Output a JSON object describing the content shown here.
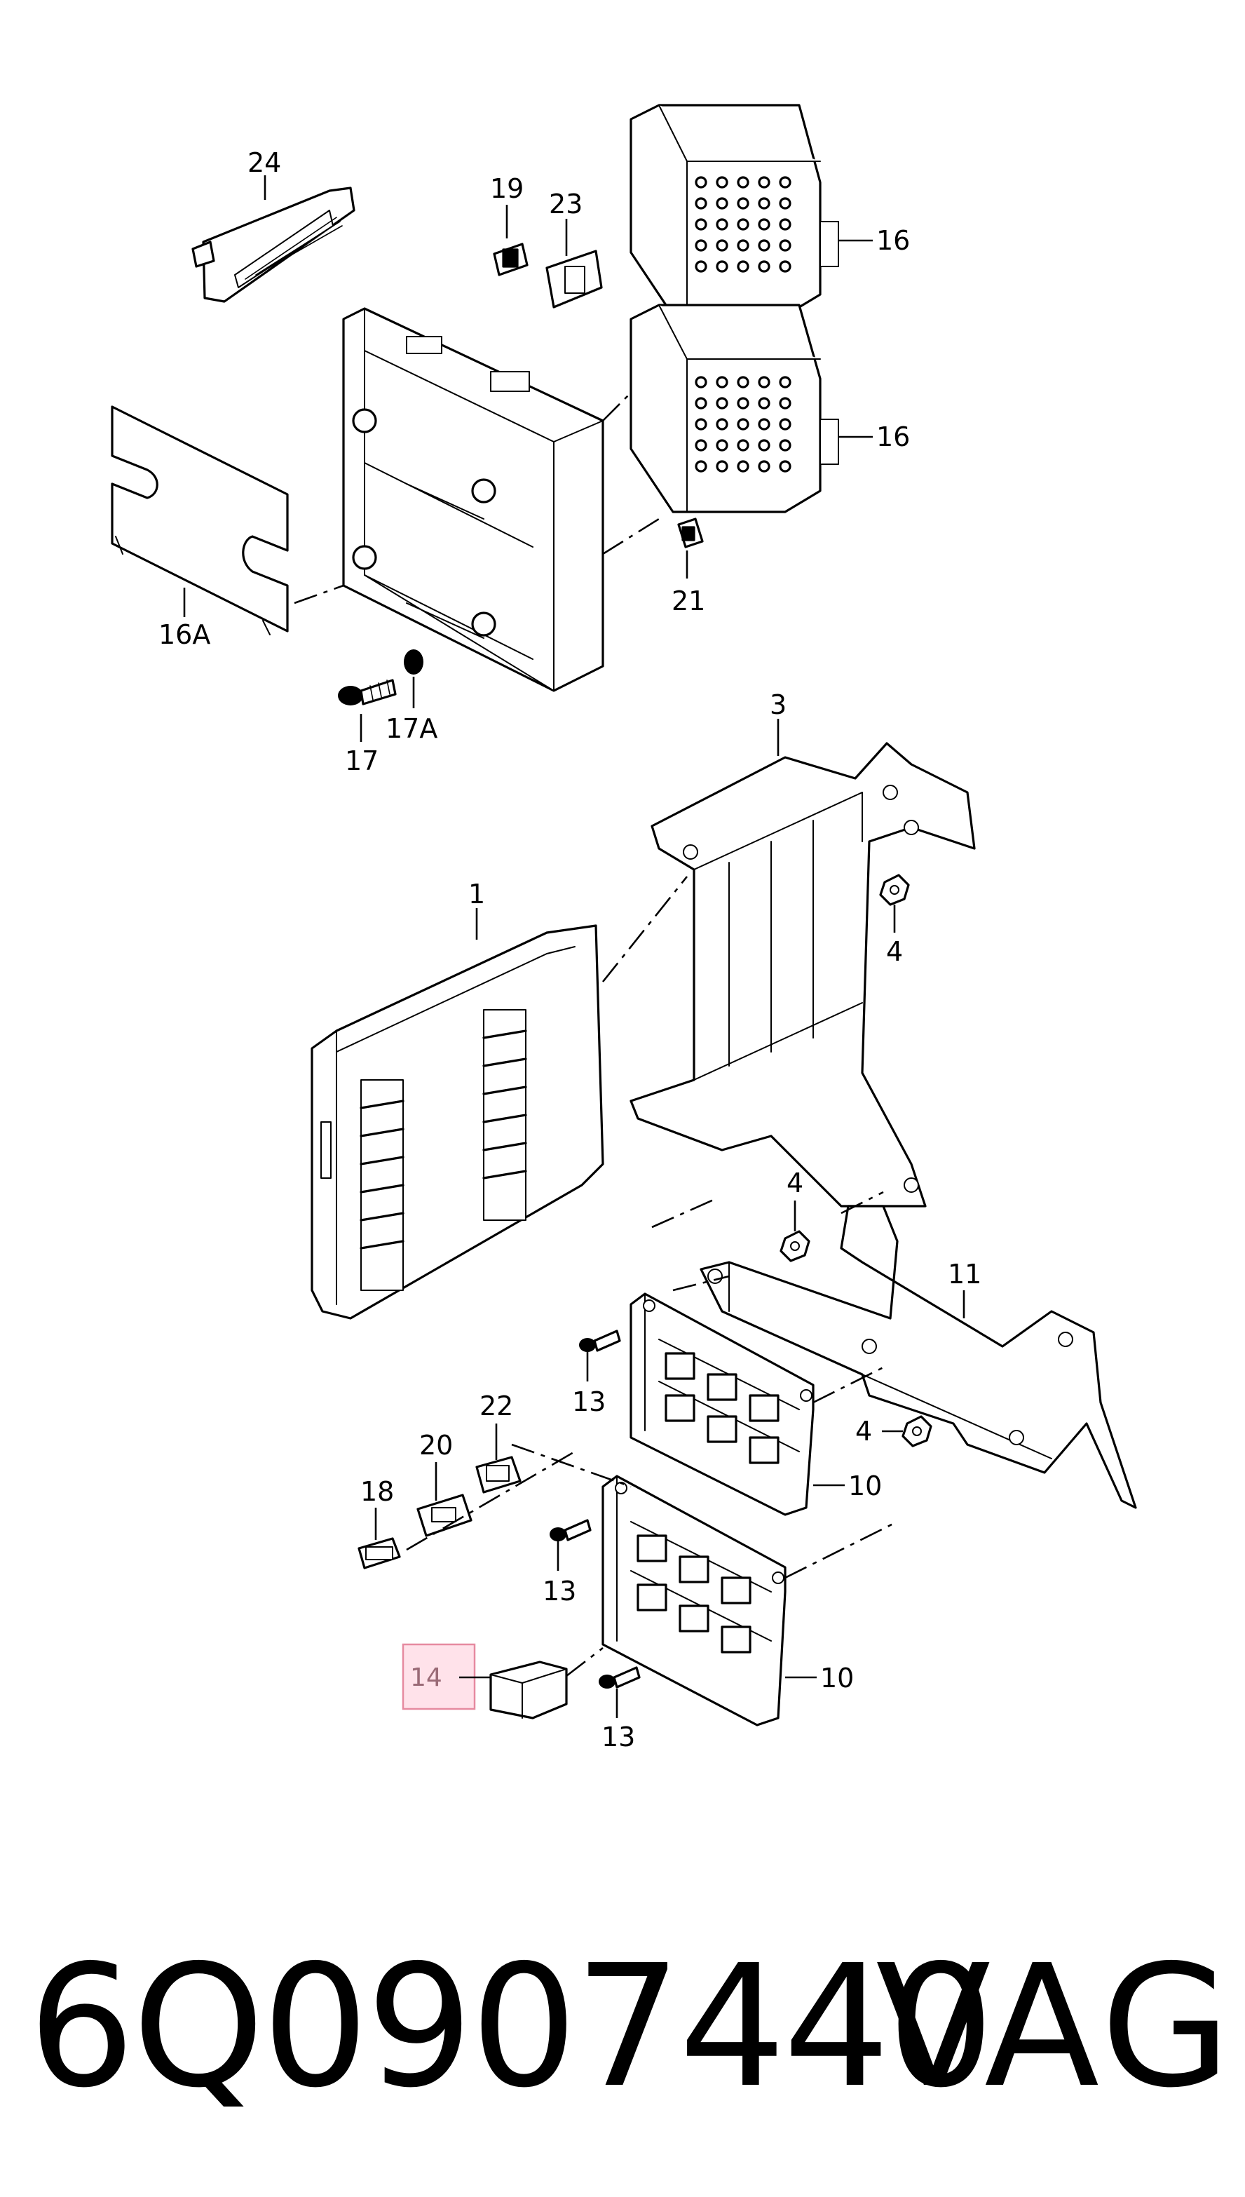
{
  "diagram": {
    "callouts": [
      {
        "id": "1",
        "text": "1"
      },
      {
        "id": "3",
        "text": "3"
      },
      {
        "id": "4a",
        "text": "4"
      },
      {
        "id": "4b",
        "text": "4"
      },
      {
        "id": "4c",
        "text": "4"
      },
      {
        "id": "10a",
        "text": "10"
      },
      {
        "id": "10b",
        "text": "10"
      },
      {
        "id": "11",
        "text": "11"
      },
      {
        "id": "13a",
        "text": "13"
      },
      {
        "id": "13b",
        "text": "13"
      },
      {
        "id": "13c",
        "text": "13"
      },
      {
        "id": "14",
        "text": "14"
      },
      {
        "id": "16a",
        "text": "16"
      },
      {
        "id": "16b",
        "text": "16"
      },
      {
        "id": "16A",
        "text": "16A"
      },
      {
        "id": "17",
        "text": "17"
      },
      {
        "id": "17A",
        "text": "17A"
      },
      {
        "id": "18",
        "text": "18"
      },
      {
        "id": "19",
        "text": "19"
      },
      {
        "id": "20",
        "text": "20"
      },
      {
        "id": "21",
        "text": "21"
      },
      {
        "id": "22",
        "text": "22"
      },
      {
        "id": "23",
        "text": "23"
      },
      {
        "id": "24",
        "text": "24"
      }
    ],
    "highlighted_callout": "14",
    "highlight_color": "#ffe2ea",
    "highlight_border_color": "#e68aa0"
  },
  "footer": {
    "part_number": "6Q0907440",
    "brand": "VAG"
  }
}
